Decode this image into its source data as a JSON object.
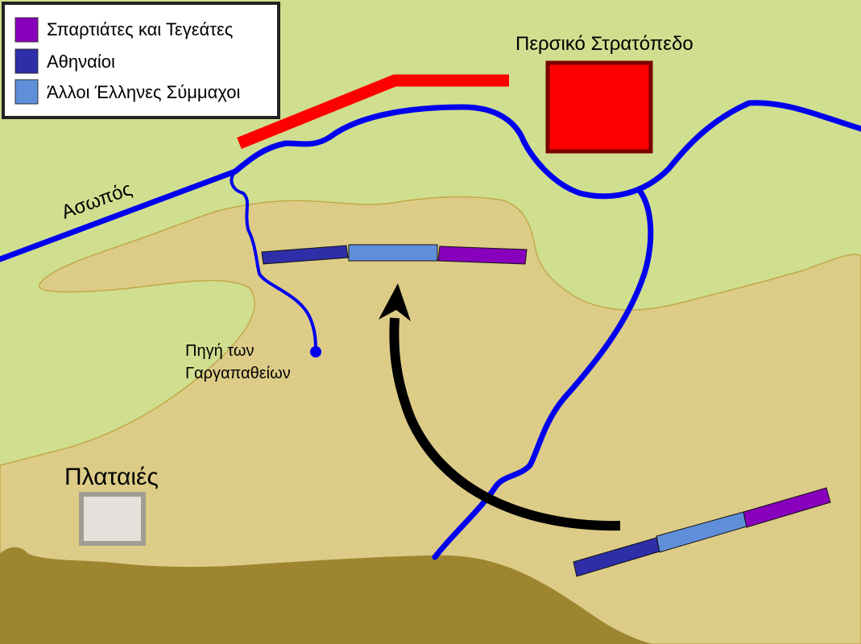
{
  "legend": {
    "items": [
      {
        "label": "Σπαρτιάτες και Τεγεάτες",
        "color": "#8800bb"
      },
      {
        "label": "Αθηναίοι",
        "color": "#2e2ea8"
      },
      {
        "label": "Άλλοι Έλληνες Σύμμαχοι",
        "color": "#5f8fd9"
      }
    ]
  },
  "labels": {
    "persian_camp": "Περσικό Στρατόπεδο",
    "river": "Ασωπός",
    "spring_line1": "Πηγή των",
    "spring_line2": "Γαργαπαθείων",
    "town": "Πλαταιές"
  },
  "colors": {
    "plain": "#cfdf8f",
    "hills": "#ddcc88",
    "mountain": "#9e8630",
    "river": "#0000ee",
    "persian": "#ff0000",
    "persian_border": "#7a0000",
    "town_fill": "#e5e0dc",
    "town_border": "#a39c92",
    "arrow": "#000000"
  }
}
